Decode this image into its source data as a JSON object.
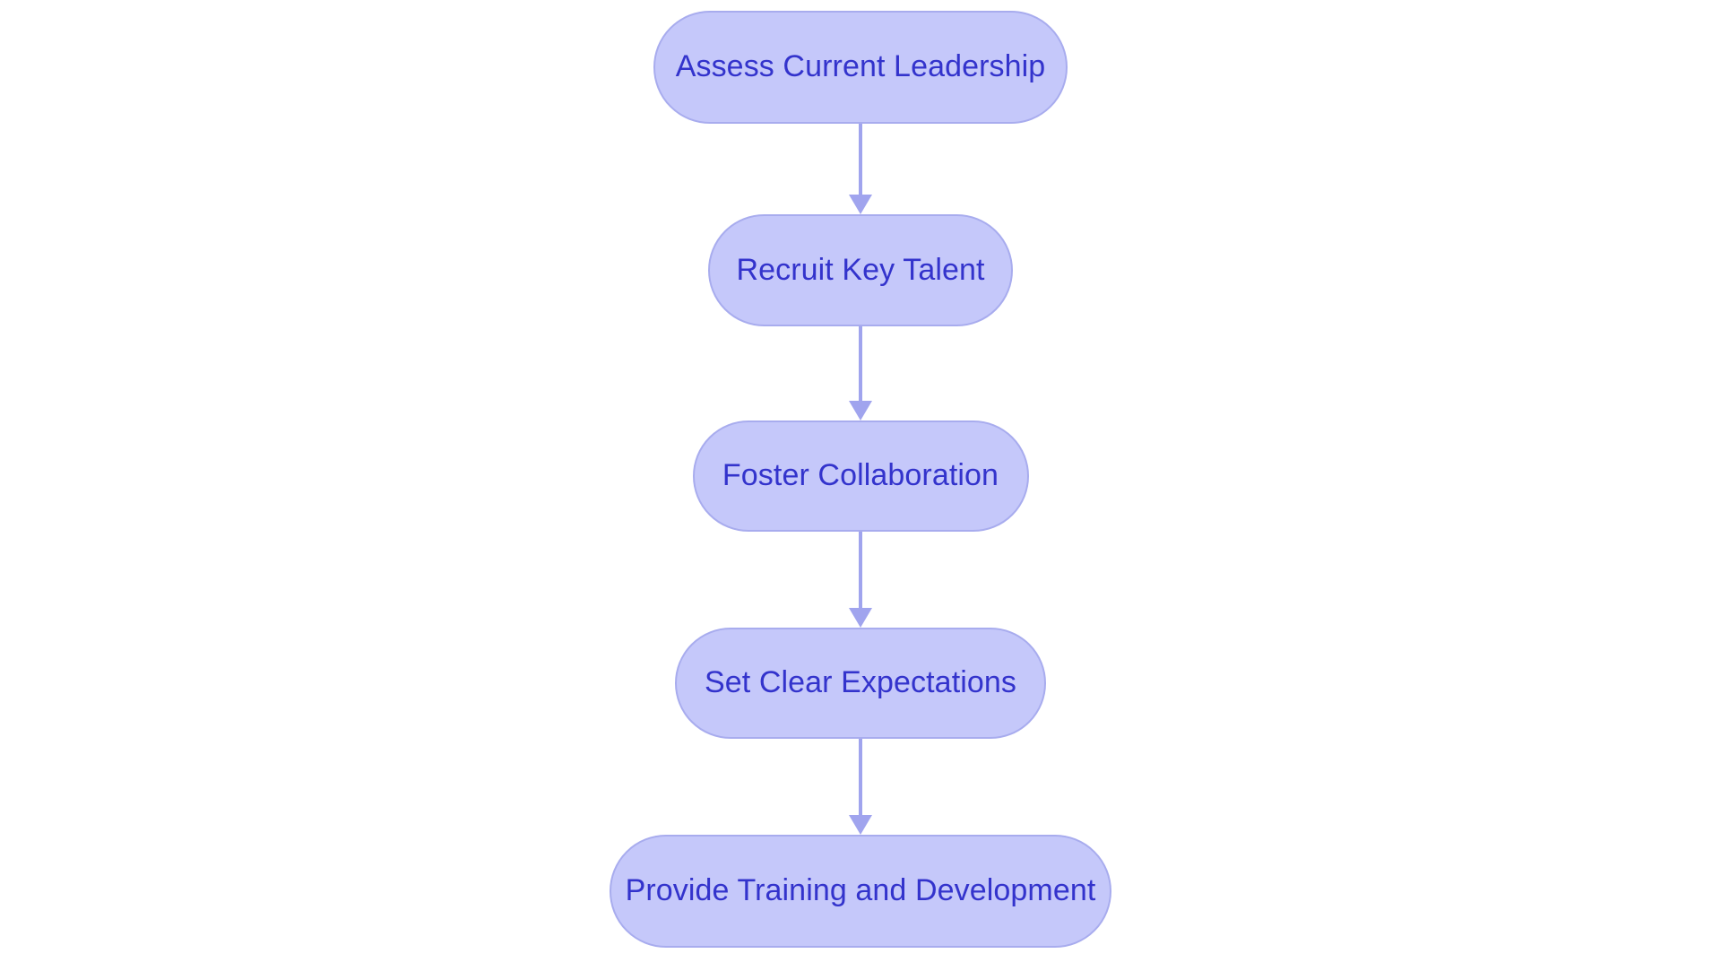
{
  "diagram": {
    "type": "flowchart",
    "orientation": "vertical",
    "title": "",
    "colors": {
      "node_fill": "#C5C8FA",
      "node_border": "#A8ACEE",
      "node_text": "#3333CC",
      "connector": "#A0A4EE",
      "background": "#FFFFFF"
    },
    "nodes": [
      {
        "id": "assess-current-leadership",
        "label": "Assess Current Leadership",
        "shape": "pill"
      },
      {
        "id": "recruit-key-talent",
        "label": "Recruit Key Talent",
        "shape": "pill"
      },
      {
        "id": "foster-collaboration",
        "label": "Foster Collaboration",
        "shape": "pill"
      },
      {
        "id": "set-clear-expectations",
        "label": "Set Clear Expectations",
        "shape": "pill"
      },
      {
        "id": "provide-training-and-development",
        "label": "Provide Training and Development",
        "shape": "pill"
      }
    ],
    "edges": [
      {
        "from": "assess-current-leadership",
        "to": "recruit-key-talent",
        "label": "",
        "arrow": "down"
      },
      {
        "from": "recruit-key-talent",
        "to": "foster-collaboration",
        "label": "",
        "arrow": "down"
      },
      {
        "from": "foster-collaboration",
        "to": "set-clear-expectations",
        "label": "",
        "arrow": "down"
      },
      {
        "from": "set-clear-expectations",
        "to": "provide-training-and-development",
        "label": "",
        "arrow": "down"
      }
    ]
  }
}
